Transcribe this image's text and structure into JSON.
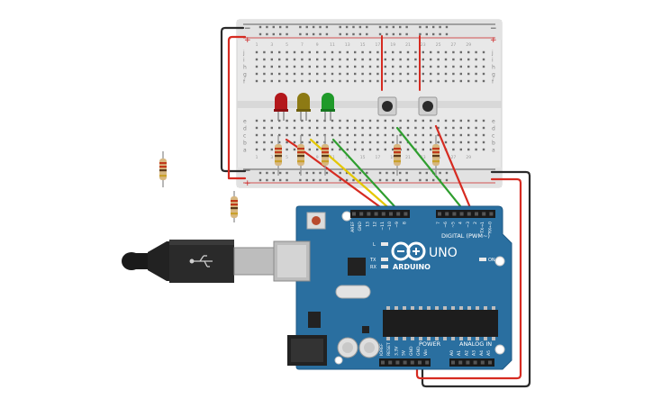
{
  "breadboard": {
    "rail_minus": "−",
    "rail_plus": "+",
    "row_letters_top": [
      "j",
      "i",
      "h",
      "g",
      "f"
    ],
    "row_letters_bottom": [
      "e",
      "d",
      "c",
      "b",
      "a"
    ],
    "column_numbers": [
      "1",
      "3",
      "5",
      "7",
      "9",
      "11",
      "13",
      "15",
      "17",
      "19",
      "21",
      "23",
      "25",
      "27",
      "29"
    ]
  },
  "leds": [
    {
      "name": "red-led",
      "color": "#b3171b"
    },
    {
      "name": "yellow-led",
      "color": "#8d7a14"
    },
    {
      "name": "green-led",
      "color": "#1f9a2a"
    }
  ],
  "arduino": {
    "brand": "ARDUINO",
    "model": "UNO",
    "digital_header_label": "DIGITAL (PWM~)",
    "power_label": "POWER",
    "analog_label": "ANALOG IN",
    "on_label": "ON",
    "l_label": "L",
    "tx_label": "TX",
    "rx_label": "RX",
    "digital_pins_left": [
      "AREF",
      "GND",
      "13",
      "12",
      "~11",
      "~10",
      "~9",
      "8"
    ],
    "digital_pins_right": [
      "7",
      "~6",
      "~5",
      "4",
      "~3",
      "2",
      "TX→1",
      "RX←0"
    ],
    "power_pins": [
      "IOREF",
      "RESET",
      "3.3V",
      "5V",
      "GND",
      "GND",
      "Vin"
    ],
    "analog_pins": [
      "A0",
      "A1",
      "A2",
      "A3",
      "A4",
      "A5"
    ]
  },
  "colors": {
    "board_blue": "#2a6fa0",
    "breadboard": "#e9e9e9",
    "wire_red": "#d62b21",
    "wire_green": "#2f9e2f",
    "wire_yellow": "#e4c700",
    "wire_black": "#2b2b2b"
  }
}
